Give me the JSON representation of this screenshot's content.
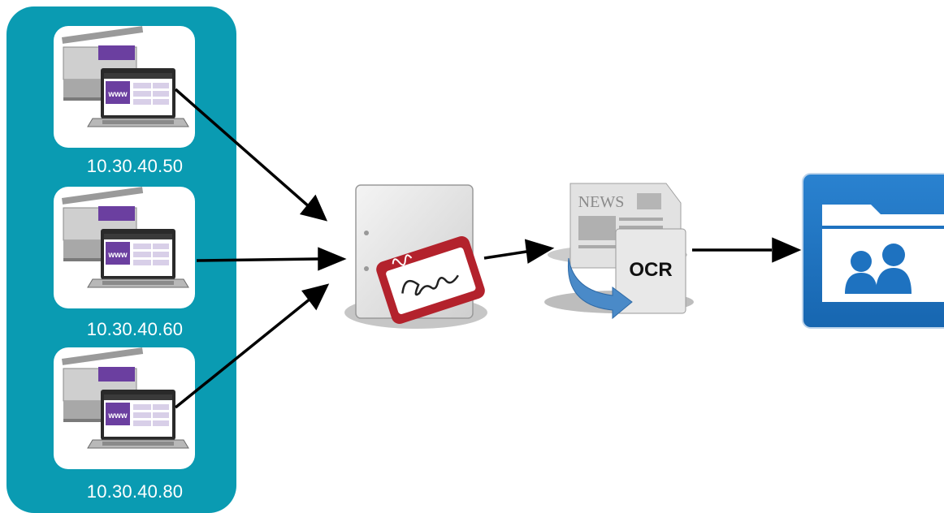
{
  "printers": [
    {
      "ip": "10.30.40.50",
      "screen_text": "www"
    },
    {
      "ip": "10.30.40.60",
      "screen_text": "www"
    },
    {
      "ip": "10.30.40.80",
      "screen_text": "www"
    }
  ],
  "ocr_icon": {
    "news_text": "NEWS",
    "ocr_text": "OCR"
  },
  "colors": {
    "panel": "#0a9bb2",
    "laptop_screen": "#6b3fa0",
    "folder_tile": "#1e72c0",
    "signature_badge": "#b3222c",
    "ocr_arrow": "#4a8ac8"
  },
  "icons": [
    "multifunction-printer-icon",
    "laptop-icon",
    "signed-document-icon",
    "newspaper-ocr-icon",
    "shared-folder-icon"
  ]
}
